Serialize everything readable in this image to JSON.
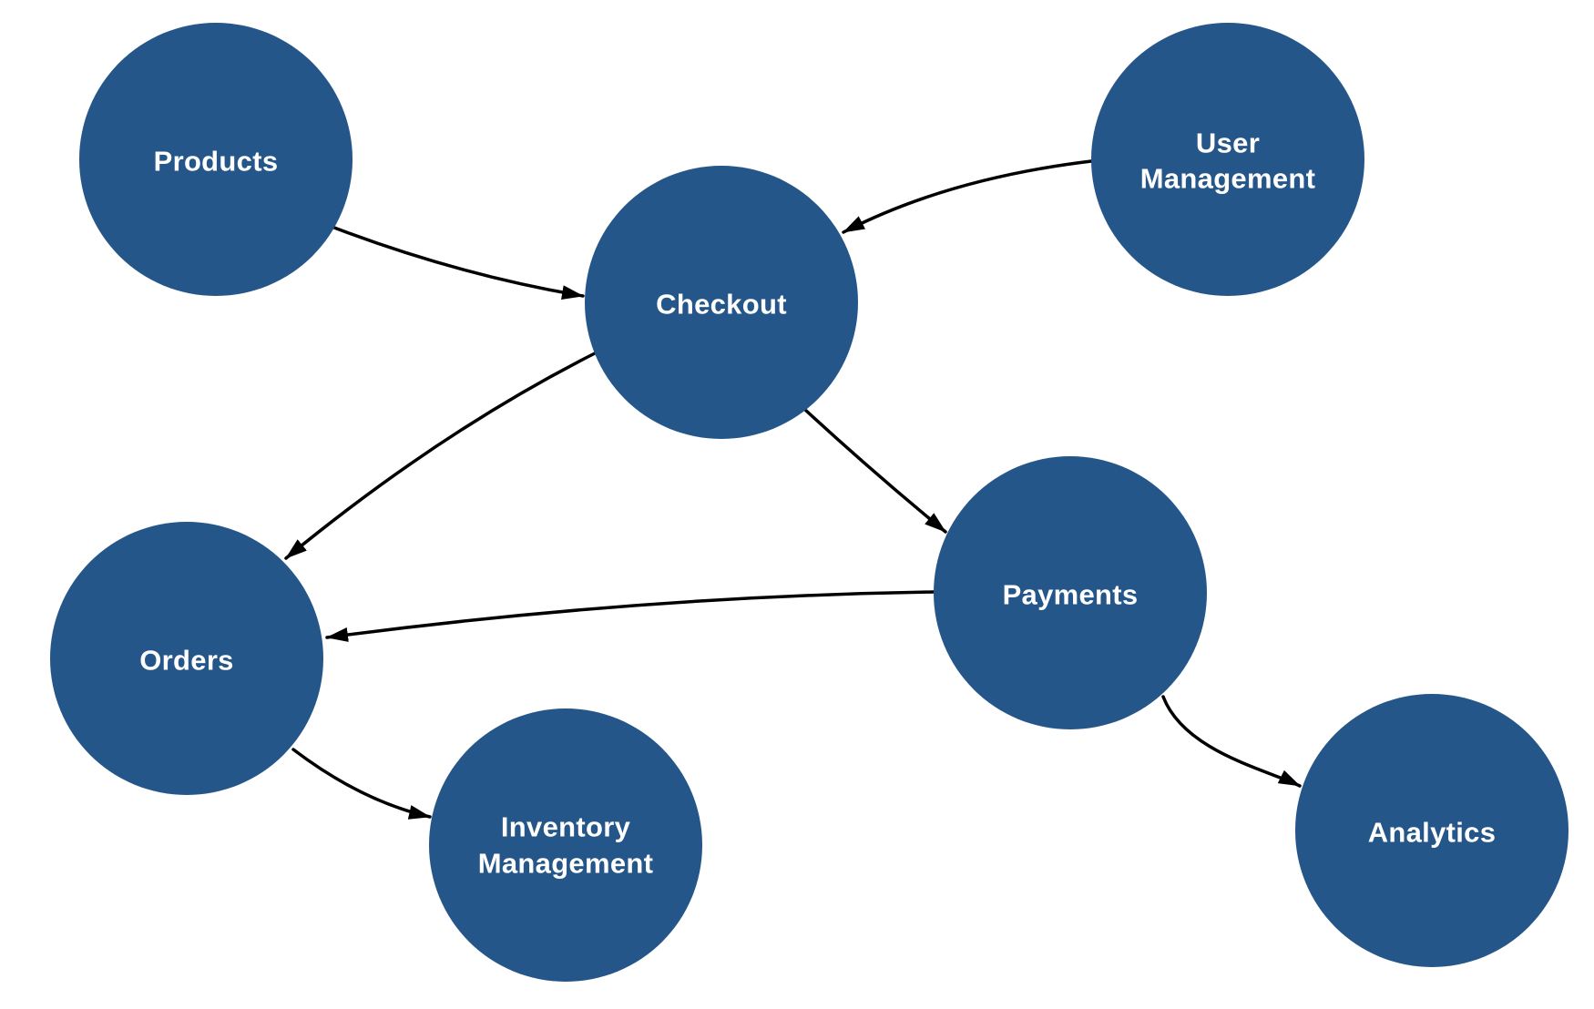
{
  "diagram": {
    "title": "service-dependency-graph",
    "background_color": "#ffffff",
    "node_fill_color": "#25568a",
    "node_text_color": "#ffffff",
    "edge_color": "#000000",
    "nodes": [
      {
        "id": "products",
        "label": "Products",
        "lines": [
          "Products"
        ]
      },
      {
        "id": "user-management",
        "label": "User Management",
        "lines": [
          "User",
          "Management"
        ]
      },
      {
        "id": "checkout",
        "label": "Checkout",
        "lines": [
          "Checkout"
        ]
      },
      {
        "id": "payments",
        "label": "Payments",
        "lines": [
          "Payments"
        ]
      },
      {
        "id": "orders",
        "label": "Orders",
        "lines": [
          "Orders"
        ]
      },
      {
        "id": "inventory-management",
        "label": "Inventory Management",
        "lines": [
          "Inventory",
          "Management"
        ]
      },
      {
        "id": "analytics",
        "label": "Analytics",
        "lines": [
          "Analytics"
        ]
      }
    ],
    "edges": [
      {
        "from": "Products",
        "to": "Checkout"
      },
      {
        "from": "User Management",
        "to": "Checkout"
      },
      {
        "from": "Checkout",
        "to": "Payments"
      },
      {
        "from": "Checkout",
        "to": "Orders"
      },
      {
        "from": "Payments",
        "to": "Orders"
      },
      {
        "from": "Orders",
        "to": "Inventory Management"
      },
      {
        "from": "Payments",
        "to": "Analytics"
      }
    ]
  }
}
